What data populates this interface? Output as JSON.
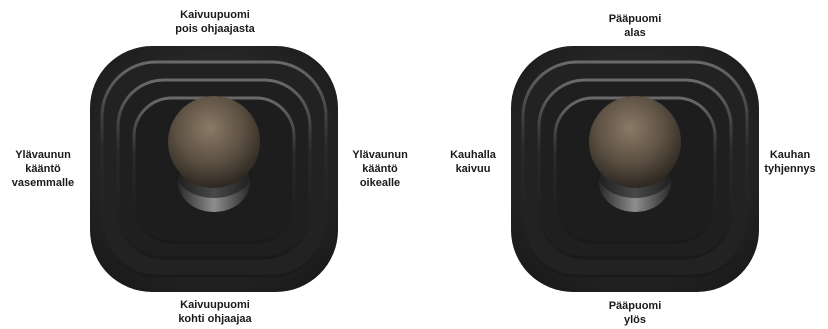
{
  "left_joystick": {
    "top": "Kaivuupuomi\npois ohjaajasta",
    "bottom": "Kaivuupuomi\nkohti ohjaajaa",
    "left": "Ylävaunun\nkääntö\nvasemmalle",
    "right": "Ylävaunun\nkääntö\noikealle"
  },
  "right_joystick": {
    "top": "Pääpuomi\nalas",
    "bottom": "Pääpuomi\nylös",
    "left": "Kauhalla\nkaivuu",
    "right": "Kauhan\ntyhjennys"
  },
  "colors": {
    "label_text": "#1a1a1a",
    "boot_dark": "#1c1c1c",
    "boot_light": "#5a5a5a",
    "knob": "#5e5244",
    "knob_highlight": "#8a7a66"
  }
}
